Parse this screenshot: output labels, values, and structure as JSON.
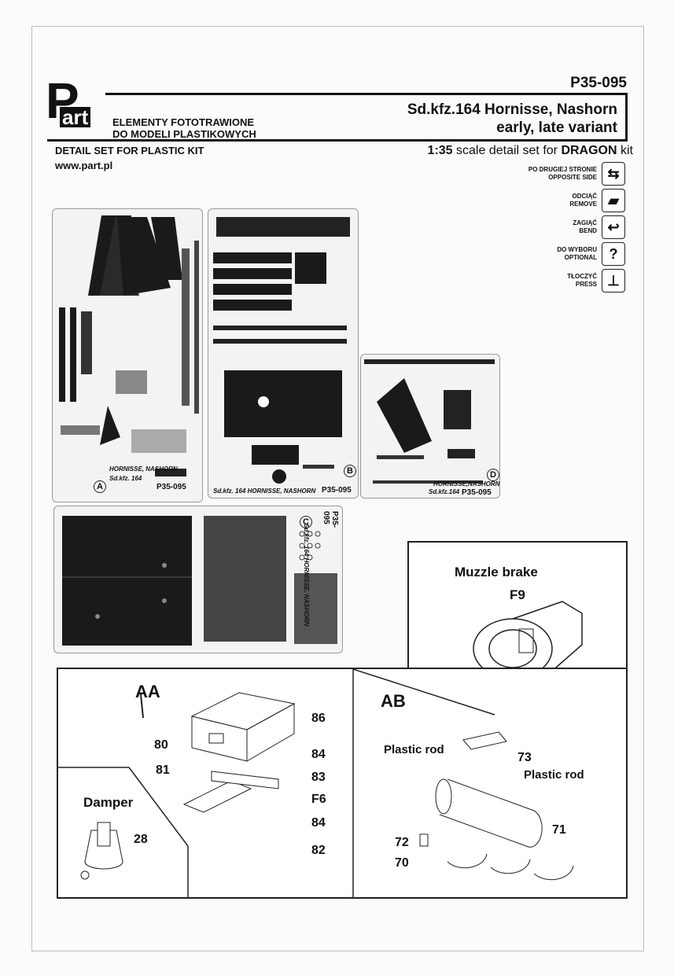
{
  "header": {
    "logo_p": "P",
    "logo_art": "art",
    "code": "P35-095",
    "company_line1": "ELEMENTY FOTOTRAWIONE",
    "company_line2": "DO MODELI PLASTIKOWYCH",
    "title_line1": "Sd.kfz.164  Hornisse, Nashorn",
    "title_line2": "early, late variant",
    "detail_set": "DETAIL SET FOR PLASTIC KIT",
    "website": "www.part.pl",
    "scale_ratio": "1:35",
    "scale_text": "scale detail set for",
    "scale_brand": "DRAGON",
    "scale_kit": "kit"
  },
  "legend": [
    {
      "line1": "PO DRUGIEJ STRONIE",
      "line2": "OPPOSITE SIDE",
      "icon": "opposite-side-icon",
      "glyph": "⇆"
    },
    {
      "line1": "ODCIĄĆ",
      "line2": "REMOVE",
      "icon": "remove-icon",
      "glyph": "▰"
    },
    {
      "line1": "ZAGIĄĆ",
      "line2": "BEND",
      "icon": "bend-icon",
      "glyph": "↩"
    },
    {
      "line1": "DO WYBORU",
      "line2": "OPTIONAL",
      "icon": "optional-icon",
      "glyph": "?"
    },
    {
      "line1": "TŁOCZYĆ",
      "line2": "PRESS",
      "icon": "press-icon",
      "glyph": "⊥"
    }
  ],
  "sheets": {
    "a": {
      "name1": "HORNISSE, NASHORN",
      "name2": "Sd.kfz.  164",
      "code": "P35-095",
      "letter": "A"
    },
    "b": {
      "name": "Sd.kfz.  164 HORNISSE, NASHORN",
      "code": "P35-095",
      "letter": "B"
    },
    "d": {
      "name": "HORNISSE,NASHORN",
      "name2": "Sd.kfz.164",
      "code": "P35-095",
      "letter": "D"
    },
    "c": {
      "name": "Sd.kfz.  164 HORNISSE, NASHORN",
      "code": "P35-095",
      "letter": "C"
    }
  },
  "muzzle": {
    "title": "Muzzle   brake",
    "part": "F9"
  },
  "aa": {
    "label": "AA",
    "parts": [
      "86",
      "80",
      "81",
      "84",
      "83",
      "F6",
      "84",
      "82"
    ],
    "damper_label": "Damper",
    "damper_part": "28"
  },
  "ab": {
    "label": "AB",
    "plastic_rod1": "Plastic  rod",
    "plastic_rod2": "Plastic rod",
    "parts": [
      "73",
      "71",
      "72",
      "70"
    ]
  },
  "colors": {
    "ink": "#111111",
    "sheet_bg": "#f3f3f3",
    "part_fill": "#1a1a1a"
  }
}
